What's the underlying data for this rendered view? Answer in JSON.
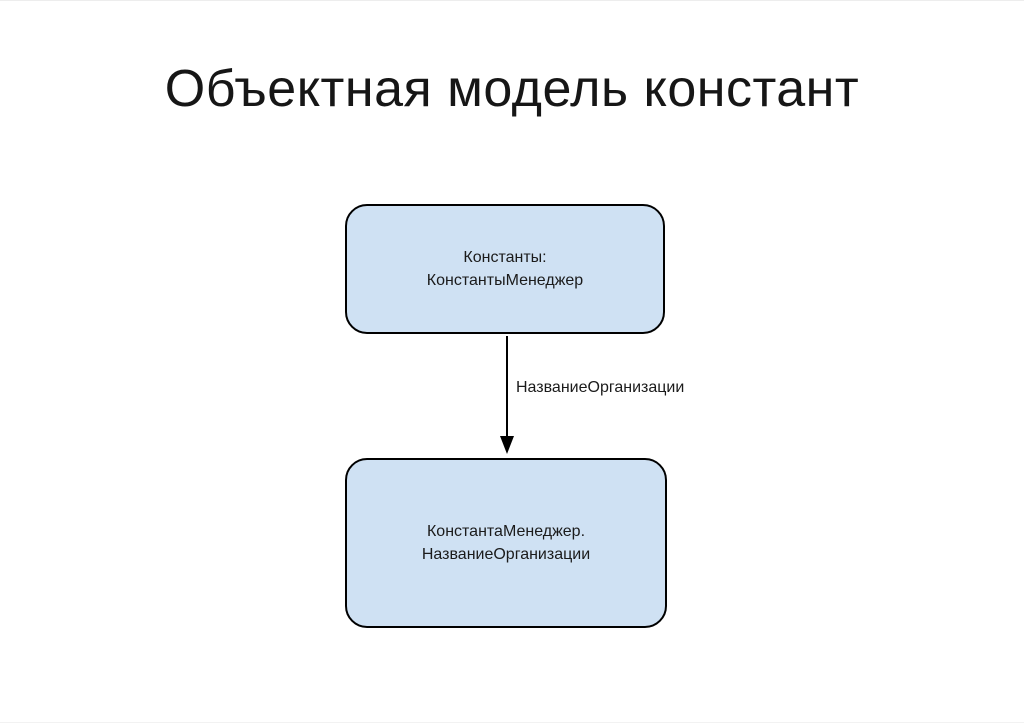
{
  "slide": {
    "title": "Объектная модель констант"
  },
  "diagram": {
    "nodes": [
      {
        "id": "constants-manager",
        "line1": "Константы:",
        "line2": "КонстантыМенеджер"
      },
      {
        "id": "constant-manager-org-name",
        "line1": "КонстантаМенеджер.",
        "line2": "НазваниеОрганизации"
      }
    ],
    "edge": {
      "label": "НазваниеОрганизации",
      "direction": "top-to-bottom"
    },
    "colors": {
      "node_fill": "#cfe1f3",
      "node_border": "#000000",
      "text": "#1b1b1b",
      "background": "#ffffff"
    }
  }
}
